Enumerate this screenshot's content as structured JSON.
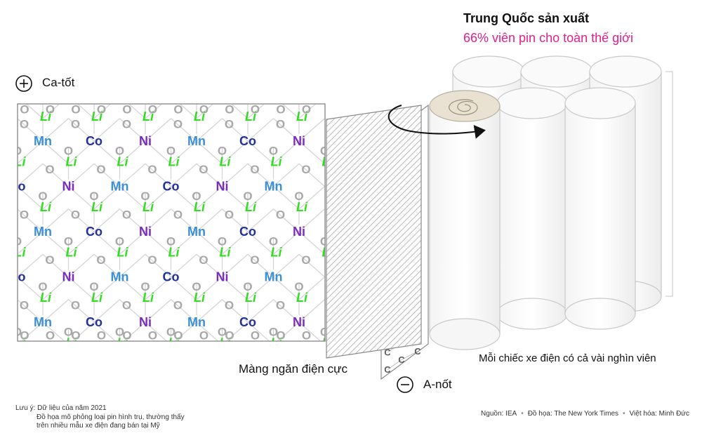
{
  "headline": "Trung Quốc sản xuất",
  "subheadline": "66% viên pin cho toàn thế giới",
  "labels": {
    "cathode": "Ca-tốt",
    "anode": "A-nốt",
    "separator": "Màng ngăn điện cực",
    "cells_note": "Mỗi chiếc xe điện có cả vài nghìn viên"
  },
  "icons": {
    "cathode": "plus-circle-icon",
    "anode": "minus-circle-icon"
  },
  "note": {
    "line1": "Lưu ý: Dữ liệu của năm 2021",
    "line2": "Đồ họa mô phỏng loại pin hình trụ, thường thấy",
    "line3": "trên nhiều mẫu xe điện đang bán tại Mỹ"
  },
  "credits": {
    "source": "Nguồn: IEA",
    "graphics": "Đồ họa: The New York Times",
    "translation": "Việt hóa: Minh Đức"
  },
  "elements": {
    "oxygen": "O",
    "lithium": "Li",
    "manganese": "Mn",
    "cobalt": "Co",
    "nickel": "Ni",
    "carbon": "C"
  },
  "colors": {
    "lithium": "#33dd22",
    "manganese": "#3a8fd6",
    "cobalt": "#23329a",
    "nickel": "#7b2bc0",
    "oxygen": "#a8a8a8",
    "carbon": "#5a5a5a",
    "highlight": "#e0208c"
  },
  "lattice": {
    "metal_rows": [
      [
        "Mn",
        "Co",
        "Ni",
        "Mn",
        "Co",
        "Ni"
      ],
      [
        "Co",
        "Ni",
        "Mn",
        "Co",
        "Ni",
        "Mn"
      ],
      [
        "Mn",
        "Co",
        "Ni",
        "Mn",
        "Co",
        "Ni"
      ],
      [
        "Co",
        "Ni",
        "Mn",
        "Co",
        "Ni",
        "Mn"
      ],
      [
        "Mn",
        "Co",
        "Ni",
        "Mn",
        "Co",
        "Ni"
      ]
    ]
  }
}
